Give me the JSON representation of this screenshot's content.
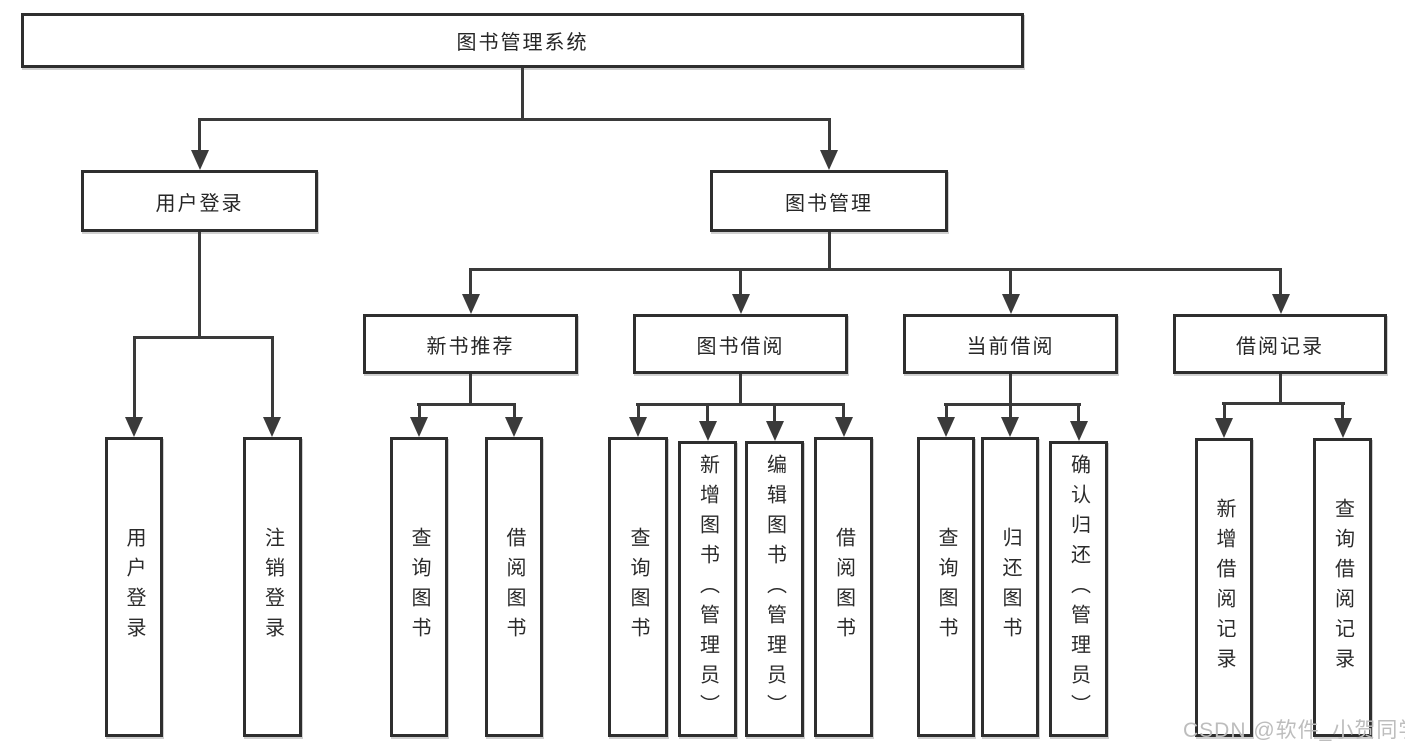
{
  "diagram": {
    "title": "图书管理系统",
    "branches": [
      {
        "label": "用户登录",
        "children": [
          "用户登录",
          "注销登录"
        ]
      },
      {
        "label": "图书管理",
        "children": [
          {
            "label": "新书推荐",
            "children": [
              "查询图书",
              "借阅图书"
            ]
          },
          {
            "label": "图书借阅",
            "children": [
              "查询图书",
              "新增图书（管理员）",
              "编辑图书（管理员）",
              "借阅图书"
            ]
          },
          {
            "label": "当前借阅",
            "children": [
              "查询图书",
              "归还图书",
              "确认归还（管理员）"
            ]
          },
          {
            "label": "借阅记录",
            "children": [
              "新增借阅记录",
              "查询借阅记录"
            ]
          }
        ]
      }
    ],
    "watermark": "CSDN @软件_小贺同学",
    "colors": {
      "line": "#3a3a3a",
      "box_border": "#2e2e2e",
      "text": "#262626",
      "watermark": "#bdbdbd",
      "background": "#ffffff"
    }
  }
}
